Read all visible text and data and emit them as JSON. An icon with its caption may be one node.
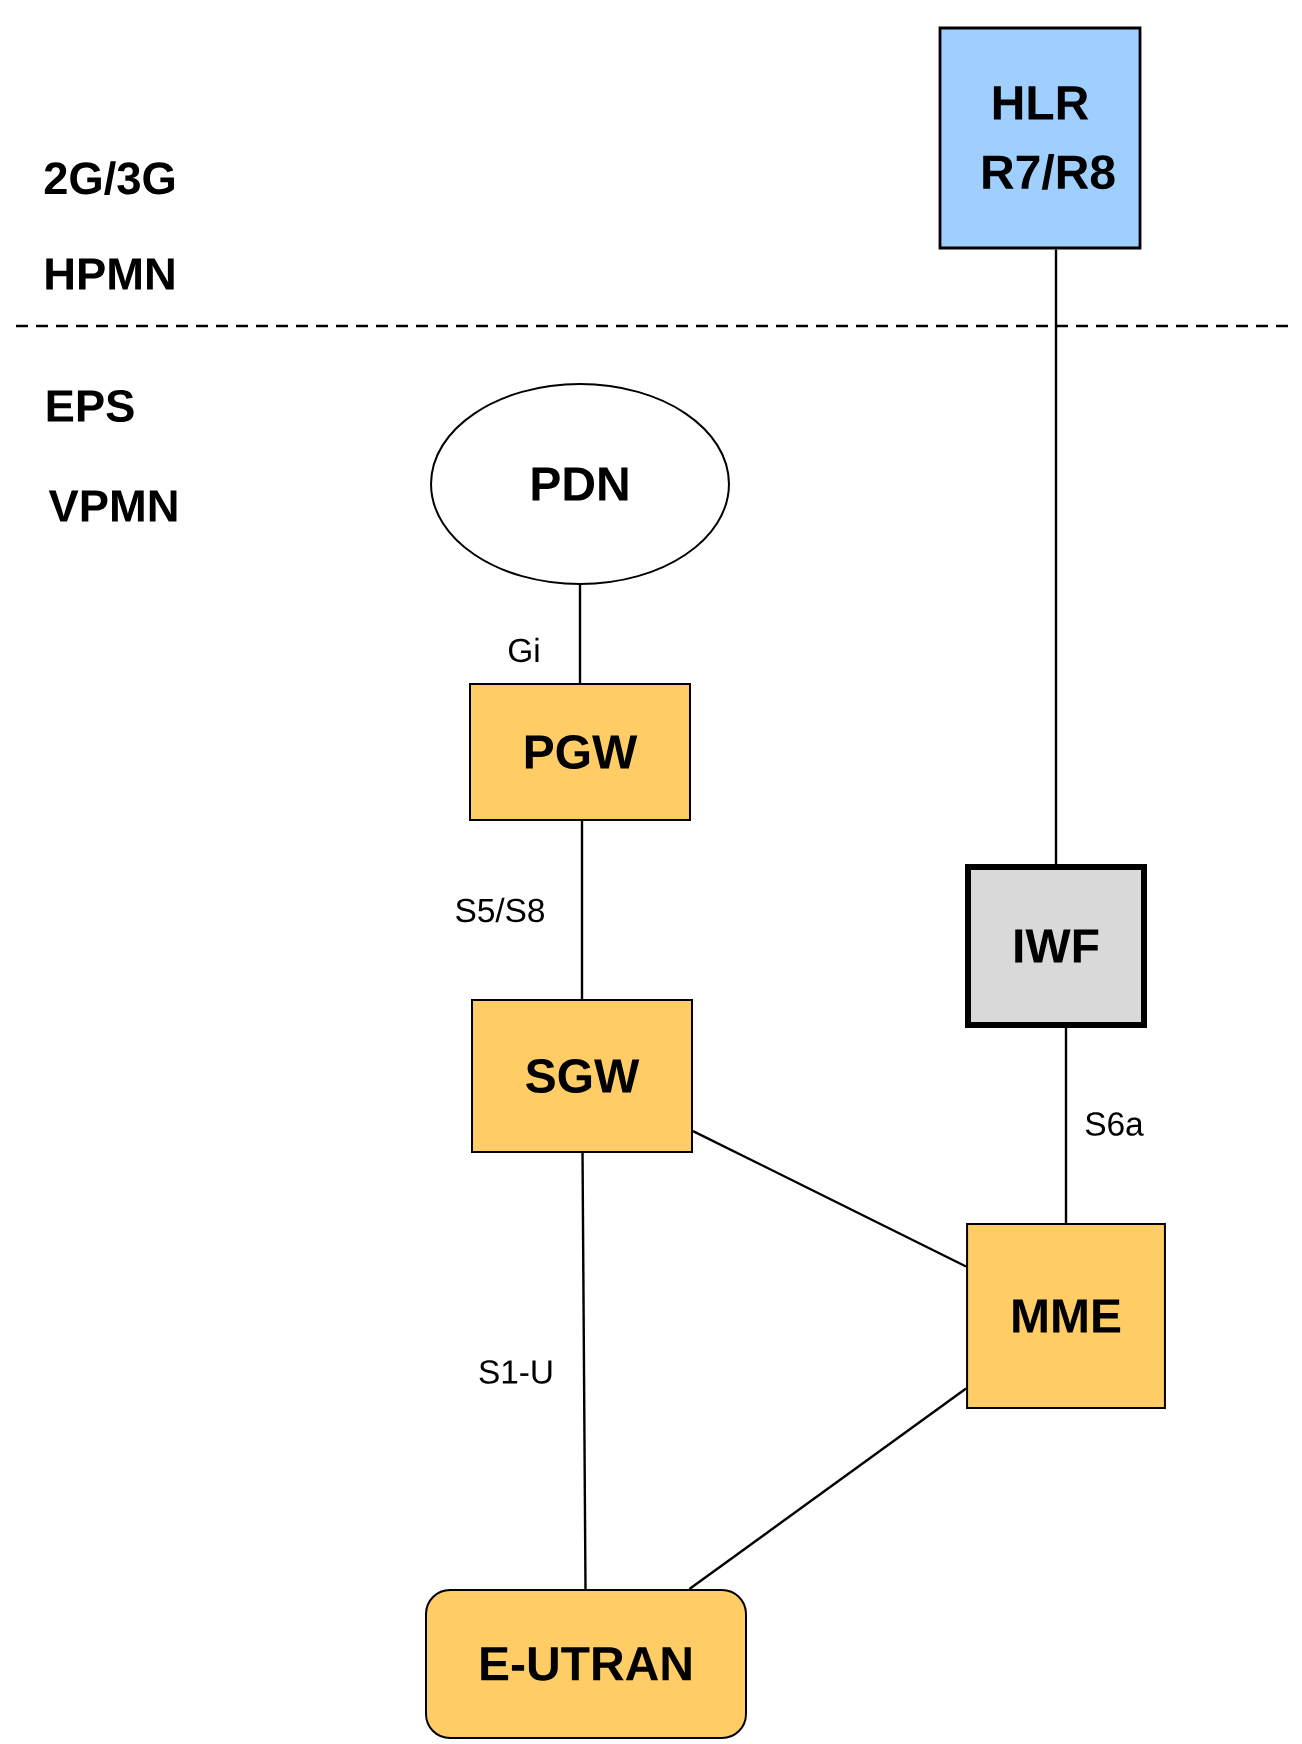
{
  "diagram": {
    "nodes": [
      {
        "text": [
          "HLR R7/R8"
        ]
      },
      {
        "text": [
          "PDN"
        ]
      },
      {
        "text": [
          "PGW"
        ]
      },
      {
        "text": [
          "IWF"
        ]
      },
      {
        "text": [
          "SGW"
        ]
      },
      {
        "text": [
          "MME"
        ]
      },
      {
        "text": [
          "E-UTRAN"
        ]
      }
    ],
    "edges": [
      {
        "from": 0,
        "to": 3,
        "arrow": "none"
      },
      {
        "from": 1,
        "to": 2,
        "arrow": "none",
        "label": "Gi"
      },
      {
        "from": 2,
        "to": 4,
        "arrow": "none",
        "label": "S5/S8"
      },
      {
        "from": 3,
        "to": 5,
        "arrow": "none",
        "label": "S6a"
      },
      {
        "from": 4,
        "to": 5,
        "arrow": "none"
      },
      {
        "from": 4,
        "to": 6,
        "arrow": "none",
        "label": "S1-U"
      },
      {
        "from": 5,
        "to": 6,
        "arrow": "none"
      }
    ],
    "labels": [
      "2G/3G",
      "HPMN",
      "EPS",
      "VPMN"
    ]
  }
}
